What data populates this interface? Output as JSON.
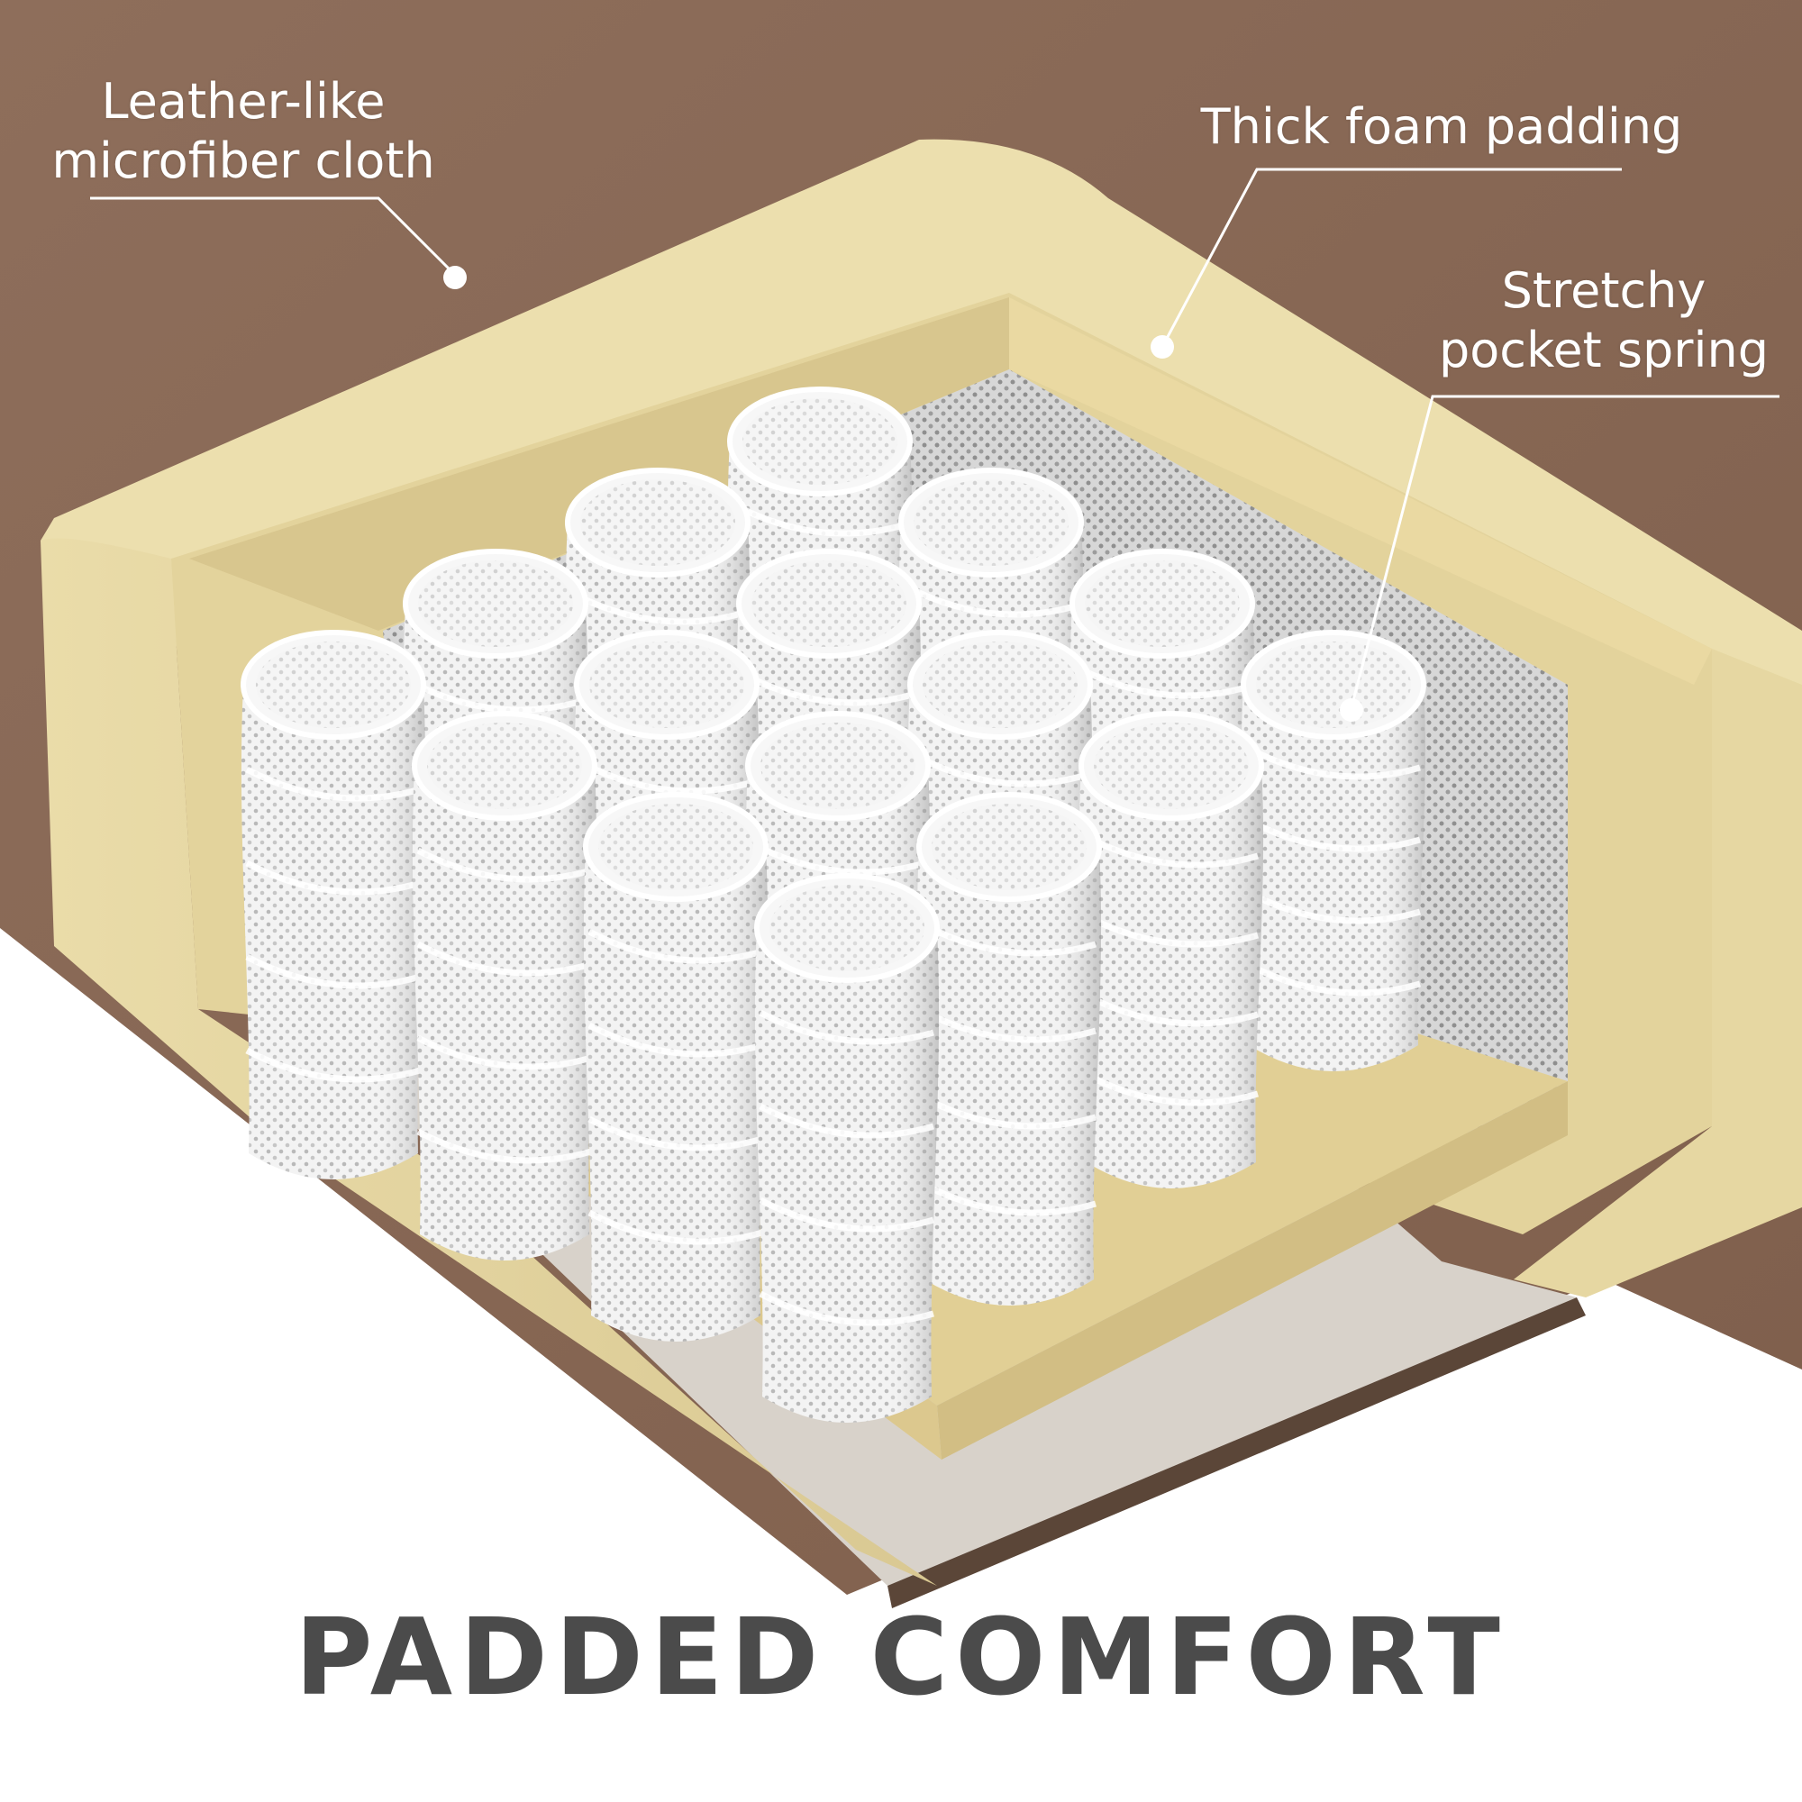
{
  "callouts": {
    "cloth": {
      "line1": "Leather-like",
      "line2": "microfiber cloth"
    },
    "foam": {
      "line1": "Thick foam padding"
    },
    "spring": {
      "line1": "Stretchy",
      "line2": "pocket spring"
    }
  },
  "headline": "PADDED COMFORT",
  "colors": {
    "cover": "#8a6a57",
    "foam": "#e8d9a8",
    "base_fabric": "#d9d3cc",
    "spring_fabric": "#f2f2f2",
    "headline": "#4b4b4b",
    "callout": "#ffffff"
  },
  "springs": {
    "rows": 4,
    "columns": 4
  }
}
